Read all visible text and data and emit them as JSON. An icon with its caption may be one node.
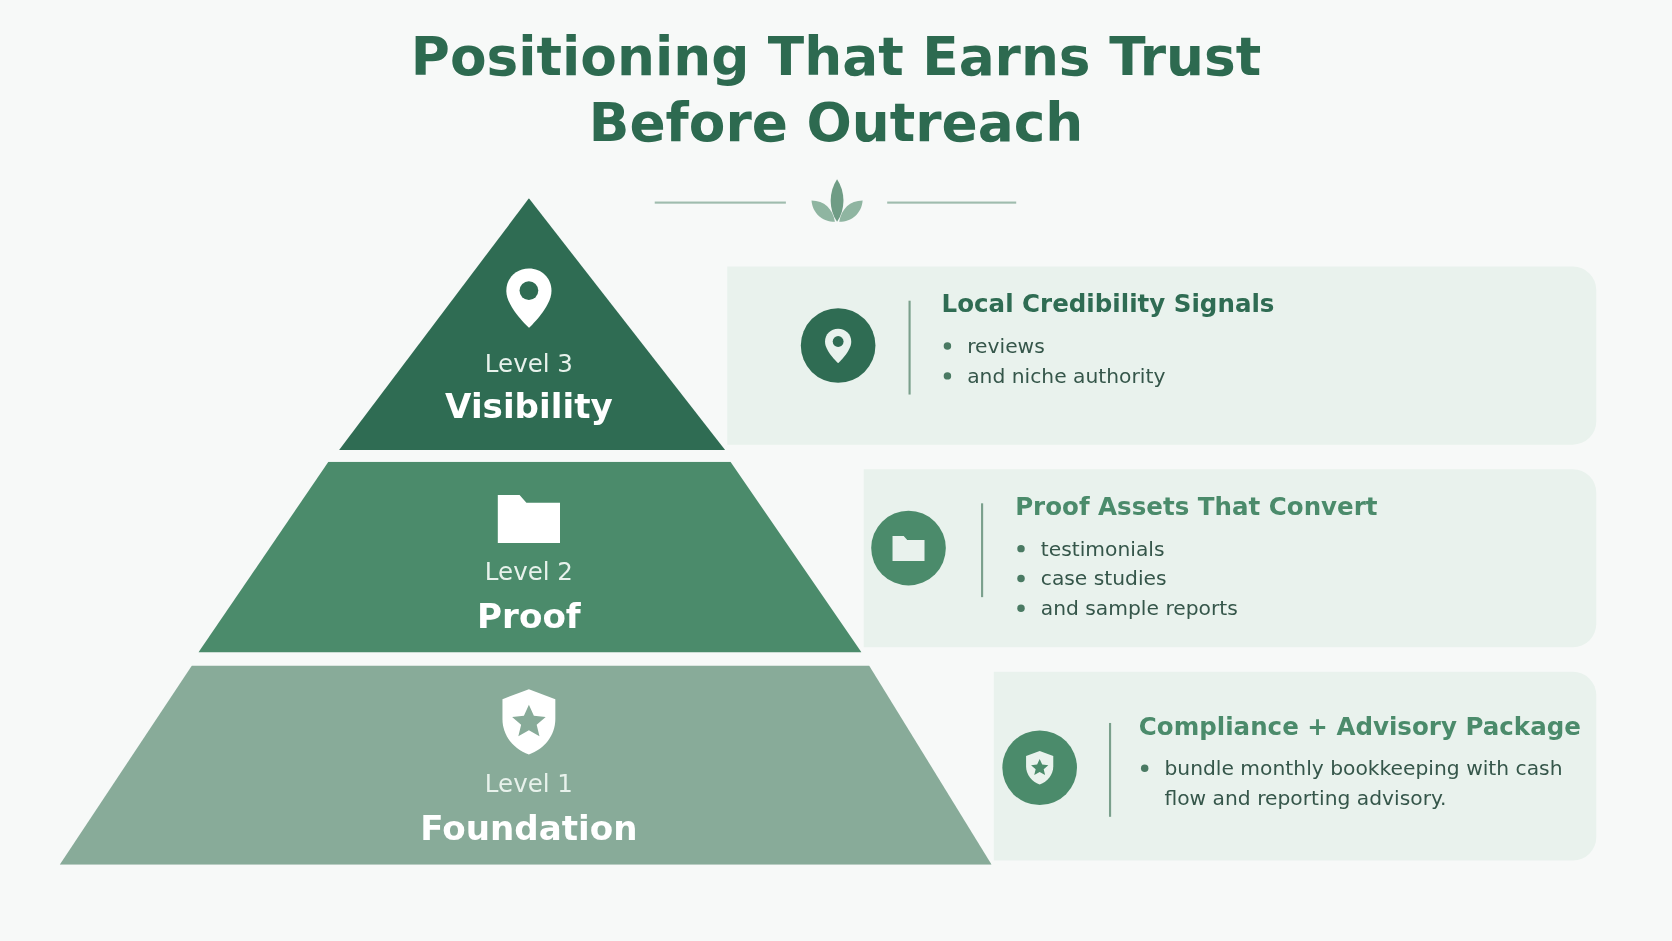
{
  "diagram": {
    "title": "Positioning That Earns Trust Before Outreach",
    "nodes": [
      {
        "text": [
          "Level 3",
          "Visibility"
        ]
      },
      {
        "text": [
          "Local Credibility Signals",
          "reviews",
          "and niche authority"
        ]
      },
      {
        "text": [
          "Level 2",
          "Proof"
        ]
      },
      {
        "text": [
          "Proof Assets That Convert",
          "testimonials",
          "case studies",
          "and sample reports"
        ]
      },
      {
        "text": [
          "Level 1",
          "Foundation"
        ]
      },
      {
        "text": [
          "Compliance + Advisory Package",
          "bundle monthly bookkeeping with cash flow and reporting advisory."
        ]
      }
    ]
  }
}
